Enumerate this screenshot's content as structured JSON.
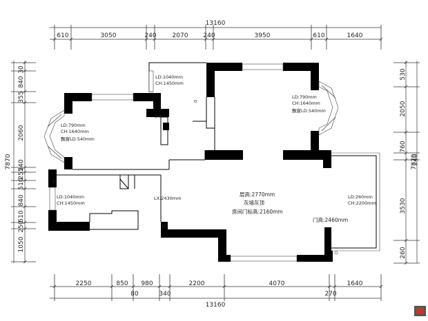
{
  "dimensions": {
    "top_total": "13160",
    "top": [
      "610",
      "3050",
      "240",
      "2070",
      "240",
      "3950",
      "610",
      "1640"
    ],
    "bottom_row1": [
      "2250",
      "850",
      "980",
      "2200",
      "4070",
      "1640"
    ],
    "bottom_row2": [
      "80",
      "340",
      "270"
    ],
    "bottom_total": "13160",
    "left_total": "7870",
    "left": [
      "30",
      "840",
      "355",
      "2060",
      "240",
      "255",
      "510",
      "840",
      "510",
      "250",
      "1050"
    ],
    "right_total": "7870",
    "right": [
      "530",
      "2050",
      "760",
      "240",
      "3530",
      "260"
    ]
  },
  "annotations": {
    "window_top_ld": "LD:1040mm",
    "window_top_ch": "CH:1450mm",
    "bay_right_ld": "LD:790mm",
    "bay_right_ch": "CH:1640mm",
    "bay_right_note": "飘窗LD:540mm",
    "bay_left_ld": "LD:790mm",
    "bay_left_ch": "CH:1640mm",
    "bay_left_note": "飘窗LD:540mm",
    "window_left_ld": "LD:1040mm",
    "window_left_ch": "CH:1450mm",
    "lx": "LX:2430mm",
    "floor_height": "层高:2770mm",
    "ceiling": "灰墙灰顶",
    "room_door_height": "房间门标高:2160mm",
    "door_height": "门高:2460mm",
    "window_right_ld": "LD:260mm",
    "window_right_ch": "CH:2200mm"
  },
  "colors": {
    "wall": "#000000",
    "line": "#333333",
    "background": "#ffffff"
  },
  "icons": [
    "watermark-logo-icon"
  ]
}
